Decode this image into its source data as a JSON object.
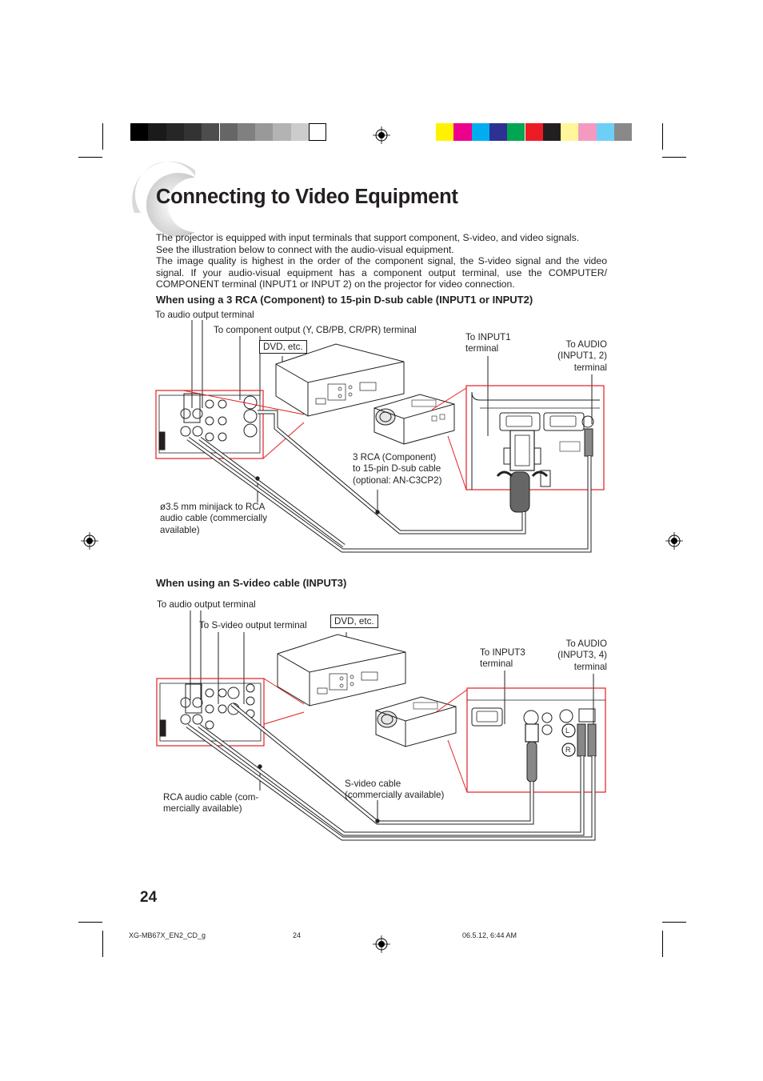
{
  "page": {
    "title": "Connecting to Video Equipment",
    "intro": [
      "The projector is equipped with input terminals that support component, S-video, and video signals.",
      "See the illustration below to connect with the audio-visual equipment.",
      "The image quality is highest in the order of the component signal, the S-video signal and the video signal. If your audio-visual equipment has a component output terminal, use the COMPUTER/ COMPONENT terminal (INPUT1 or INPUT 2) on the projector for video connection."
    ],
    "page_number": "24"
  },
  "section1": {
    "heading": "When using a 3 RCA (Component) to 15-pin D-sub cable (INPUT1 or INPUT2)",
    "audio_out": "To audio output terminal",
    "component_out": "To component output (Y, CB/PB, CR/PR) terminal",
    "dvd": "DVD, etc.",
    "to_input1": [
      "To INPUT1",
      "terminal"
    ],
    "to_audio": [
      "To AUDIO",
      "(INPUT1, 2)",
      "terminal"
    ],
    "rca_cable": [
      "3 RCA (Component)",
      "to 15-pin D-sub cable",
      "(optional: AN-C3CP2)"
    ],
    "minijack_cable": [
      "ø3.5 mm minijack to RCA",
      "audio cable (commercially",
      "available)"
    ]
  },
  "section2": {
    "heading": "When using an S-video cable (INPUT3)",
    "audio_out": "To audio output terminal",
    "svideo_out": "To S-video output terminal",
    "dvd": "DVD, etc.",
    "to_input3": [
      "To INPUT3",
      "terminal"
    ],
    "to_audio": [
      "To AUDIO",
      "(INPUT3, 4)",
      "terminal"
    ],
    "svideo_cable": [
      "S-video cable",
      "(commercially available)"
    ],
    "rca_cable": [
      "RCA audio cable (com-",
      "mercially available)"
    ],
    "jack_l": "L",
    "jack_r": "R"
  },
  "footer": {
    "file": "XG-MB67X_EN2_CD_g",
    "page": "24",
    "date": "06.5.12, 6:44 AM"
  },
  "colors": {
    "gray_bar": [
      "#000000",
      "#1a1a1a",
      "#262626",
      "#333333",
      "#4d4d4d",
      "#666666",
      "#808080",
      "#999999",
      "#b3b3b3",
      "#cccccc",
      "#ffffff"
    ],
    "color_bar": [
      "#fff200",
      "#ec008c",
      "#00aeef",
      "#2e3192",
      "#00a651",
      "#ed1c24",
      "#231f20",
      "#fff799",
      "#f49ac1",
      "#6dcff6",
      "#898989"
    ],
    "callout_red": "#e31e24"
  }
}
